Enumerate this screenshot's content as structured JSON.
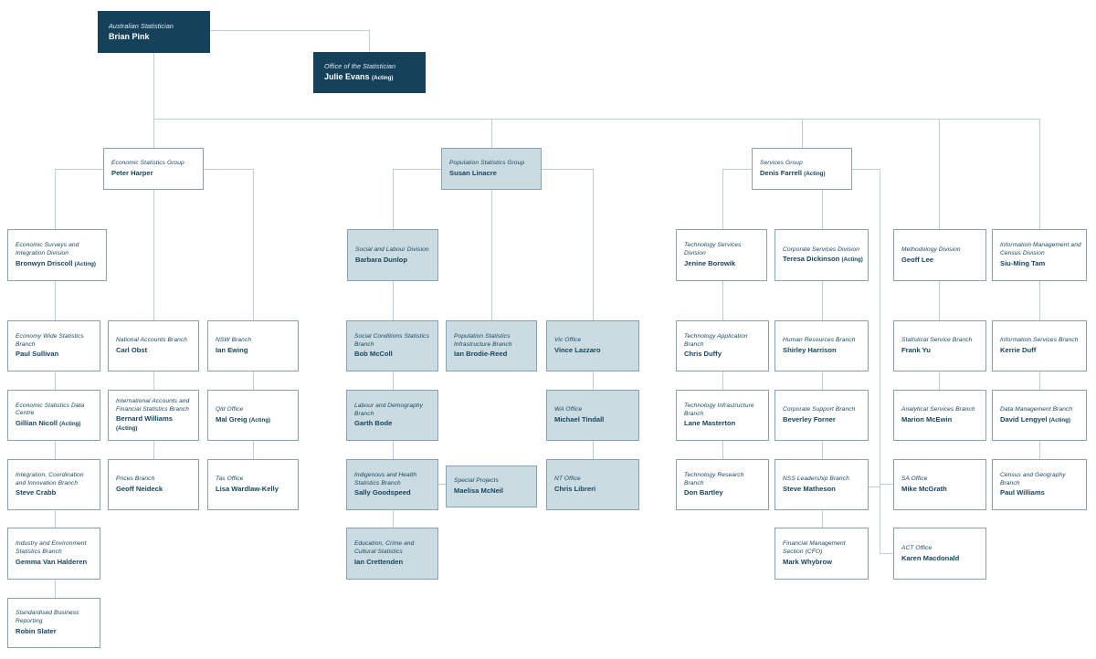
{
  "page": {
    "title": "Australian Bureau of Statistics organisation chart"
  },
  "palette": {
    "dark_fill": "#15415b",
    "light_blue_fill": "#cbdbe2",
    "white_fill": "#ffffff",
    "box_border": "#87a2b1",
    "text_navy": "#16455f",
    "connector": "#bccfd8"
  },
  "org": {
    "acting_label": "(Acting)",
    "boxes": [
      {
        "id": "statistician",
        "title": "Australian Statistician",
        "name": "Brian Pink",
        "acting": false,
        "variant": "dark"
      },
      {
        "id": "office-statistician",
        "title": "Office of the Statistician",
        "name": "Julie Evans",
        "acting": true,
        "variant": "dark"
      },
      {
        "id": "econ-group",
        "title": "Economic Statistics Group",
        "name": "Peter Harper",
        "acting": false,
        "variant": "white"
      },
      {
        "id": "pop-group",
        "title": "Population Statistics Group",
        "name": "Susan Linacre",
        "acting": false,
        "variant": "blue"
      },
      {
        "id": "services-group",
        "title": "Services Group",
        "name": "Denis Farrell",
        "acting": true,
        "variant": "white"
      },
      {
        "id": "econ-surveys-div",
        "title": "Economic Surveys and Integration Division",
        "name": "Bronwyn Driscoll",
        "acting": true,
        "variant": "white"
      },
      {
        "id": "social-labour-div",
        "title": "Social and Labour Division",
        "name": "Barbara Dunlop",
        "acting": false,
        "variant": "blue"
      },
      {
        "id": "tech-services-div",
        "title": "Technology Services Division",
        "name": "Jenine Borowik",
        "acting": false,
        "variant": "white"
      },
      {
        "id": "corp-services-div",
        "title": "Corporate Services Division",
        "name": "Teresa Dickinson",
        "acting": true,
        "variant": "white"
      },
      {
        "id": "methodology-div",
        "title": "Methodology Division",
        "name": "Geoff Lee",
        "acting": false,
        "variant": "white"
      },
      {
        "id": "imc-div",
        "title": "Information Management and Census Division",
        "name": "Siu-Ming Tam",
        "acting": false,
        "variant": "white"
      },
      {
        "id": "economy-wide",
        "title": "Economy Wide Statistics Branch",
        "name": "Paul Sullivan",
        "acting": false,
        "variant": "white"
      },
      {
        "id": "national-accounts",
        "title": "National Accounts Branch",
        "name": "Carl Obst",
        "acting": false,
        "variant": "white"
      },
      {
        "id": "nsw-branch",
        "title": "NSW Branch",
        "name": "Ian Ewing",
        "acting": false,
        "variant": "white"
      },
      {
        "id": "social-conditions",
        "title": "Social Conditions Statistics Branch",
        "name": "Bob McColl",
        "acting": false,
        "variant": "blue"
      },
      {
        "id": "pop-infrastructure",
        "title": "Population Statistics Infrastructure Branch",
        "name": "Ian Brodie-Reed",
        "acting": false,
        "variant": "blue"
      },
      {
        "id": "vic-office",
        "title": "Vic Office",
        "name": "Vince Lazzaro",
        "acting": false,
        "variant": "blue"
      },
      {
        "id": "tech-application",
        "title": "Technology Application Branch",
        "name": "Chris Duffy",
        "acting": false,
        "variant": "white"
      },
      {
        "id": "human-resources",
        "title": "Human Resources Branch",
        "name": "Shirley Harrison",
        "acting": false,
        "variant": "white"
      },
      {
        "id": "statistical-service",
        "title": "Statistical Service Branch",
        "name": "Frank Yu",
        "acting": false,
        "variant": "white"
      },
      {
        "id": "info-services",
        "title": "Information Services Branch",
        "name": "Kerrie Duff",
        "acting": false,
        "variant": "white"
      },
      {
        "id": "econ-data-centre",
        "title": "Economic Statistics Data Centre",
        "name": "Gillian Nicoll",
        "acting": true,
        "variant": "white"
      },
      {
        "id": "intl-accounts",
        "title": "International Accounts and Financial Statistics Branch",
        "name": "Bernard Williams",
        "acting": true,
        "variant": "white"
      },
      {
        "id": "qld-office",
        "title": "Qld Office",
        "name": "Mal Greig",
        "acting": true,
        "variant": "white"
      },
      {
        "id": "labour-demography",
        "title": "Labour and Demography Branch",
        "name": "Garth Bode",
        "acting": false,
        "variant": "blue"
      },
      {
        "id": "wa-office",
        "title": "WA Office",
        "name": "Michael Tindall",
        "acting": false,
        "variant": "blue"
      },
      {
        "id": "tech-infrastructure",
        "title": "Technology Infrastructure Branch",
        "name": "Lane Masterton",
        "acting": false,
        "variant": "white"
      },
      {
        "id": "corp-support",
        "title": "Corporate Support Branch",
        "name": "Beverley Forner",
        "acting": false,
        "variant": "white"
      },
      {
        "id": "analytical-services",
        "title": "Analytical Services Branch",
        "name": "Marion McEwin",
        "acting": false,
        "variant": "white"
      },
      {
        "id": "data-management",
        "title": "Data Management Branch",
        "name": "David Lengyel",
        "acting": true,
        "variant": "white"
      },
      {
        "id": "integration-branch",
        "title": "Integration, Coordination and Innovation Branch",
        "name": "Steve Crabb",
        "acting": false,
        "variant": "white"
      },
      {
        "id": "prices-branch",
        "title": "Prices Branch",
        "name": "Geoff Neideck",
        "acting": false,
        "variant": "white"
      },
      {
        "id": "tas-office",
        "title": "Tas Office",
        "name": "Lisa Wardlaw-Kelly",
        "acting": false,
        "variant": "white"
      },
      {
        "id": "indigenous-health",
        "title": "Indigenous and Health Statistics Branch",
        "name": "Sally Goodspeed",
        "acting": false,
        "variant": "blue"
      },
      {
        "id": "special-projects",
        "title": "Special Projects",
        "name": "Maelisa McNeil",
        "acting": false,
        "variant": "blue"
      },
      {
        "id": "nt-office",
        "title": "NT Office",
        "name": "Chris Libreri",
        "acting": false,
        "variant": "blue"
      },
      {
        "id": "tech-research",
        "title": "Technology Research Branch",
        "name": "Don Bartley",
        "acting": false,
        "variant": "white"
      },
      {
        "id": "nss-leadership",
        "title": "NSS Leadership Branch",
        "name": "Steve Matheson",
        "acting": false,
        "variant": "white"
      },
      {
        "id": "sa-office",
        "title": "SA Office",
        "name": "Mike McGrath",
        "acting": false,
        "variant": "white"
      },
      {
        "id": "census-geography",
        "title": "Census and Geography Branch",
        "name": "Paul Williams",
        "acting": false,
        "variant": "white"
      },
      {
        "id": "industry-environment",
        "title": "Industry and Environment Statistics Branch",
        "name": "Gemma Van Halderen",
        "acting": false,
        "variant": "white"
      },
      {
        "id": "education-crime",
        "title": "Education, Crime and Cultural Statistics",
        "name": "Ian Crettenden",
        "acting": false,
        "variant": "blue"
      },
      {
        "id": "financial-management",
        "title": "Financial Management Section (CFO)",
        "name": "Mark Whybrow",
        "acting": false,
        "variant": "white"
      },
      {
        "id": "act-office",
        "title": "ACT Office",
        "name": "Karen Macdonald",
        "acting": false,
        "variant": "white"
      },
      {
        "id": "sbr",
        "title": "Standardised Business Reporting",
        "name": "Robin Slater",
        "acting": false,
        "variant": "white"
      }
    ]
  }
}
